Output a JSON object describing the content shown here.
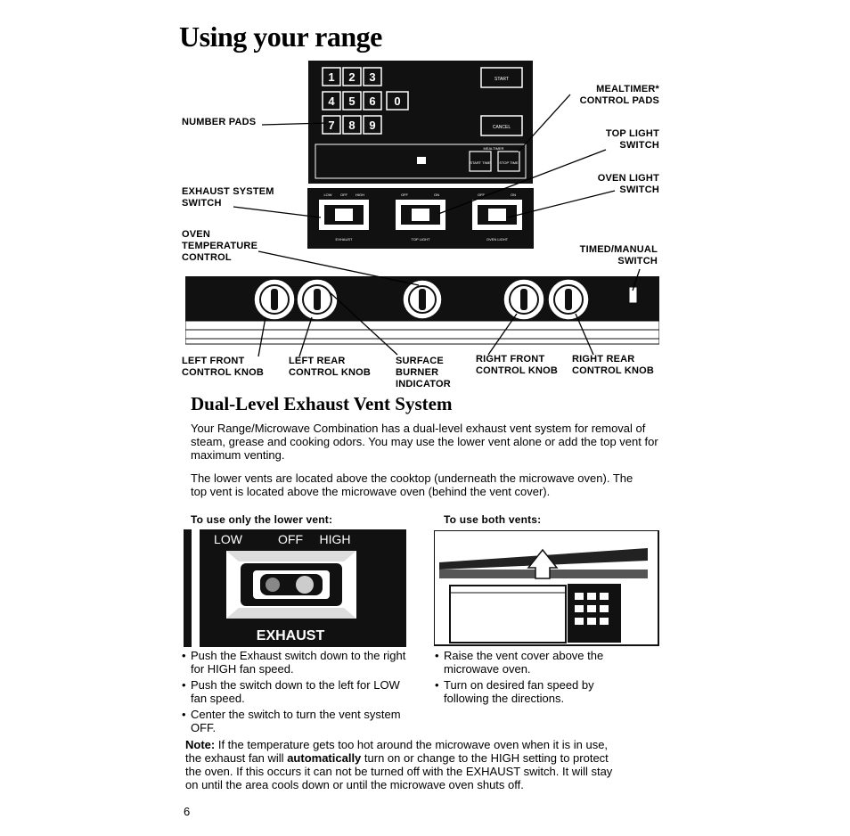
{
  "page": {
    "title": "Using your range",
    "page_number": "6"
  },
  "control_panel": {
    "number_keys": [
      "1",
      "2",
      "3",
      "4",
      "5",
      "6",
      "0",
      "7",
      "8",
      "9"
    ],
    "start_key": "START",
    "cancel_key": "CANCEL",
    "mealtimer_strip": "MEALTIMER",
    "start_time_key": "START TIME",
    "stop_time_key": "STOP TIME",
    "switch_ticks": [
      "LOW",
      "OFF",
      "HIGH",
      "OFF",
      "ON",
      "OFF",
      "ON"
    ],
    "switch_names": [
      "EXHAUST",
      "TOP LIGHT",
      "OVEN LIGHT"
    ]
  },
  "callouts": {
    "number_pads": "NUMBER PADS",
    "mealtimer_line1": "MEALTIMER*",
    "mealtimer_line2": "CONTROL PADS",
    "top_light_line1": "TOP LIGHT",
    "top_light_line2": "SWITCH",
    "oven_light_line1": "OVEN LIGHT",
    "oven_light_line2": "SWITCH",
    "exhaust_line1": "EXHAUST SYSTEM",
    "exhaust_line2": "SWITCH",
    "oven_temp_line1": "OVEN",
    "oven_temp_line2": "TEMPERATURE",
    "oven_temp_line3": "CONTROL",
    "timed_line1": "TIMED/MANUAL",
    "timed_line2": "SWITCH",
    "left_front_line1": "LEFT FRONT",
    "left_front_line2": "CONTROL KNOB",
    "left_rear_line1": "LEFT REAR",
    "left_rear_line2": "CONTROL KNOB",
    "surface_line1": "SURFACE",
    "surface_line2": "BURNER",
    "surface_line3": "INDICATOR",
    "right_front_line1": "RIGHT FRONT",
    "right_front_line2": "CONTROL KNOB",
    "right_rear_line1": "RIGHT REAR",
    "right_rear_line2": "CONTROL KNOB"
  },
  "section": {
    "heading": "Dual-Level Exhaust Vent System",
    "para1": "Your Range/Microwave Combination has a dual-level exhaust vent system for removal of steam, grease and cooking odors. You may use the lower vent alone or add the top vent for maximum venting.",
    "para2": "The lower vents are located above the cooktop (underneath the microwave oven). The top vent is located above the microwave oven (behind the vent cover)."
  },
  "lower_vent": {
    "heading": "To use only the lower vent:",
    "switch_label_low": "LOW",
    "switch_label_off": "OFF",
    "switch_label_high": "HIGH",
    "switch_name": "EXHAUST",
    "bullets": [
      "Push the Exhaust switch down to the right for HIGH fan speed.",
      "Push the switch down to the left for LOW fan speed.",
      "Center the switch to turn the vent system OFF."
    ]
  },
  "both_vents": {
    "heading": "To use both vents:",
    "bullets": [
      "Raise the vent cover above the microwave oven.",
      "Turn on desired fan speed by following the directions."
    ]
  },
  "note": {
    "label": "Note:",
    "text_before": "If the temperature gets too hot around the microwave oven when it is in use, the exhaust fan will",
    "emphasis": "automatically",
    "text_after": "turn on or change to the HIGH setting to protect the oven. If this occurs it can not be turned off with the EXHAUST switch. It will stay on until the area cools down or until the microwave oven shuts off."
  }
}
